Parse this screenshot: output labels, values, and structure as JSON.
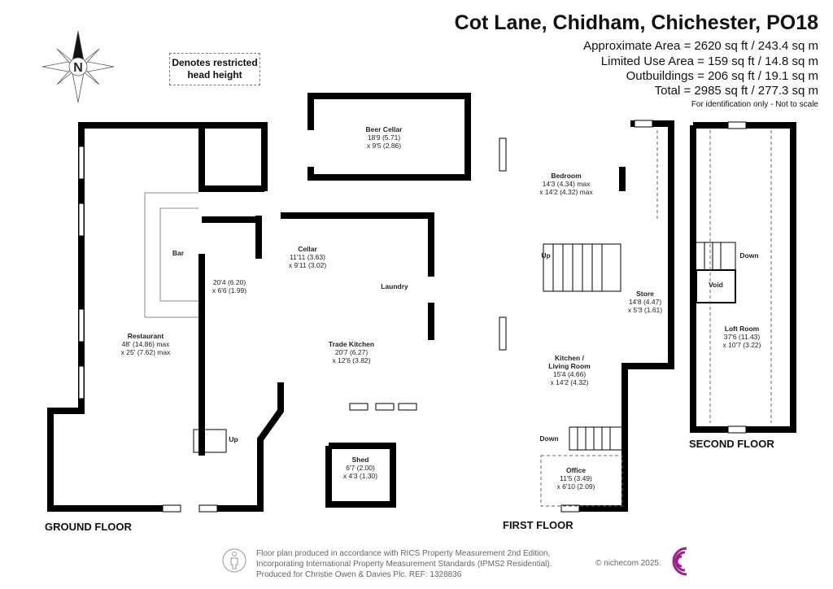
{
  "header": {
    "title": "Cot Lane, Chidham, Chichester, PO18",
    "areas": [
      "Approximate Area = 2620 sq ft / 243.4 sq m",
      "Limited Use Area = 159 sq ft / 14.8 sq m",
      "Outbuildings = 206 sq ft / 19.1 sq m",
      "Total = 2985 sq ft / 277.3 sq m"
    ],
    "note": "For identification only - Not to scale"
  },
  "compass": {
    "label": "N"
  },
  "legend": {
    "line1": "Denotes restricted",
    "line2": "head height"
  },
  "floors": {
    "ground": "GROUND FLOOR",
    "first": "FIRST FLOOR",
    "second": "SECOND FLOOR"
  },
  "rooms": {
    "beer_cellar": {
      "name": "Beer Cellar",
      "d1": "18'9 (5.71)",
      "d2": "x 9'5 (2.86)"
    },
    "bar": {
      "name": "Bar"
    },
    "corridor": {
      "d1": "20'4 (6.20)",
      "d2": "x 6'6 (1.99)"
    },
    "cellar": {
      "name": "Cellar",
      "d1": "11'11 (3.63)",
      "d2": "x 9'11 (3.02)"
    },
    "laundry": {
      "name": "Laundry"
    },
    "restaurant": {
      "name": "Restaurant",
      "d1": "48' (14.86) max",
      "d2": "x 25' (7.62) max"
    },
    "trade_kitchen": {
      "name": "Trade Kitchen",
      "d1": "20'7 (6.27)",
      "d2": "x 12'6 (3.82)"
    },
    "shed": {
      "name": "Shed",
      "d1": "6'7 (2.00)",
      "d2": "x 4'3 (1.30)"
    },
    "bedroom": {
      "name": "Bedroom",
      "d1": "14'3 (4.34) max",
      "d2": "x 14'2 (4.32) max"
    },
    "store": {
      "name": "Store",
      "d1": "14'8 (4.47)",
      "d2": "x 5'3 (1.61)"
    },
    "kitchen_living": {
      "name1": "Kitchen /",
      "name2": "Living Room",
      "d1": "15'4 (4.66)",
      "d2": "x 14'2 (4.32)"
    },
    "office": {
      "name": "Office",
      "d1": "11'5 (3.49)",
      "d2": "x 6'10 (2.09)"
    },
    "void": {
      "name": "Void"
    },
    "loft_room": {
      "name": "Loft Room",
      "d1": "37'6 (11.43)",
      "d2": "x 10'7 (3.22)"
    }
  },
  "stairs": {
    "up": "Up",
    "down": "Down"
  },
  "footer": {
    "lines": [
      "Floor plan produced in accordance with RICS Property Measurement 2nd Edition,",
      "Incorporating International Property Measurement Standards (IPMS2 Residential).",
      "Produced for Christie Owen & Davies Plc.   REF: 1328836"
    ],
    "credit": "© nichecom 2025.",
    "brand_color": "#9c1f8c"
  }
}
